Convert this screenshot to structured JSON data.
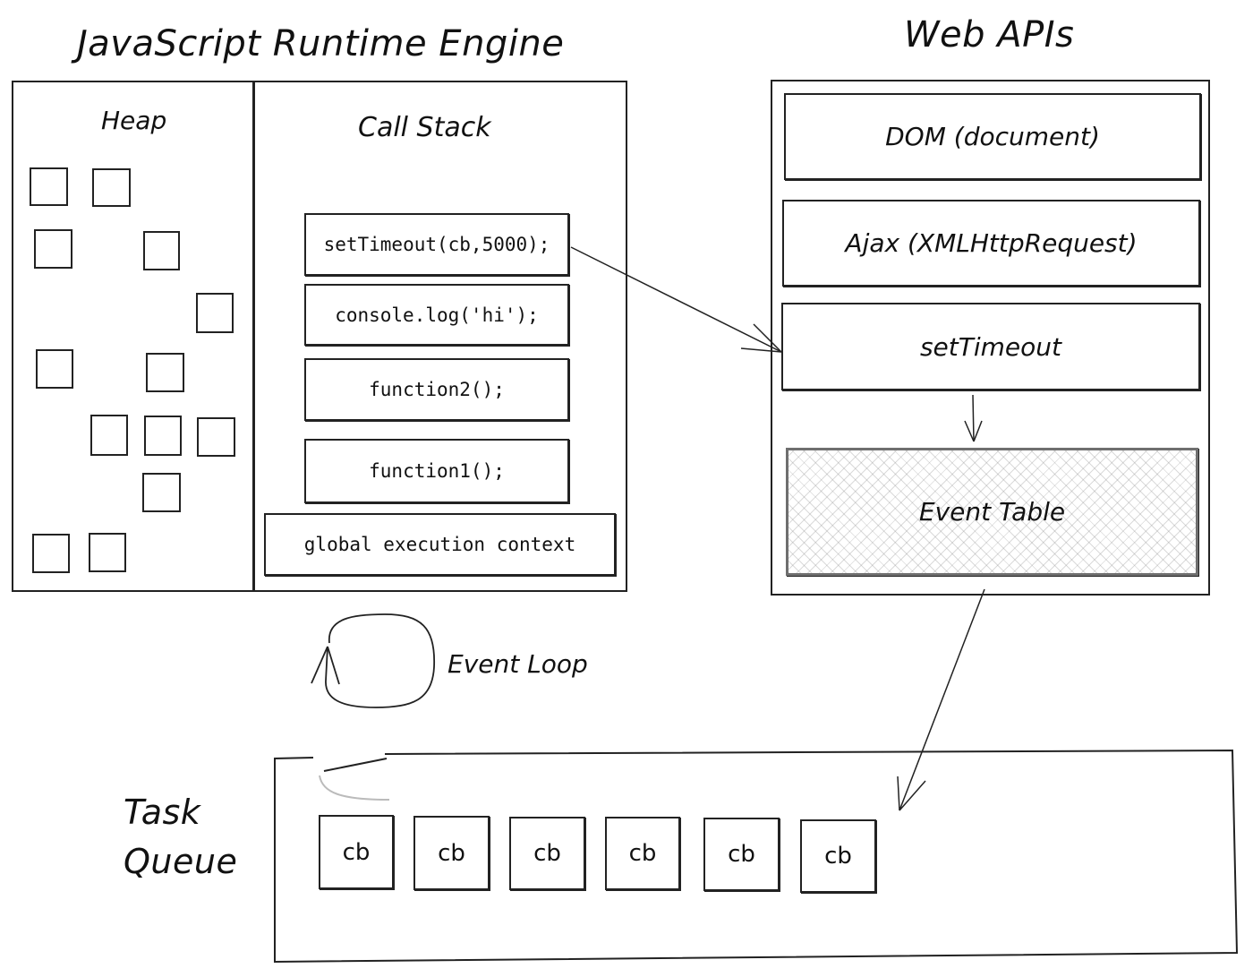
{
  "runtime": {
    "title": "JavaScript Runtime Engine",
    "heap_label": "Heap",
    "callstack_label": "Call Stack",
    "stack": [
      "setTimeout(cb,5000);",
      "console.log('hi');",
      "function2();",
      "function1();",
      "global execution context"
    ]
  },
  "webapis": {
    "title": "Web APIs",
    "items": [
      "DOM (document)",
      "Ajax (XMLHttpRequest)",
      "setTimeout"
    ],
    "event_table": "Event Table"
  },
  "event_loop": {
    "label": "Event Loop"
  },
  "task_queue": {
    "label_line1": "Task",
    "label_line2": "Queue",
    "items": [
      "cb",
      "cb",
      "cb",
      "cb",
      "cb",
      "cb"
    ]
  }
}
